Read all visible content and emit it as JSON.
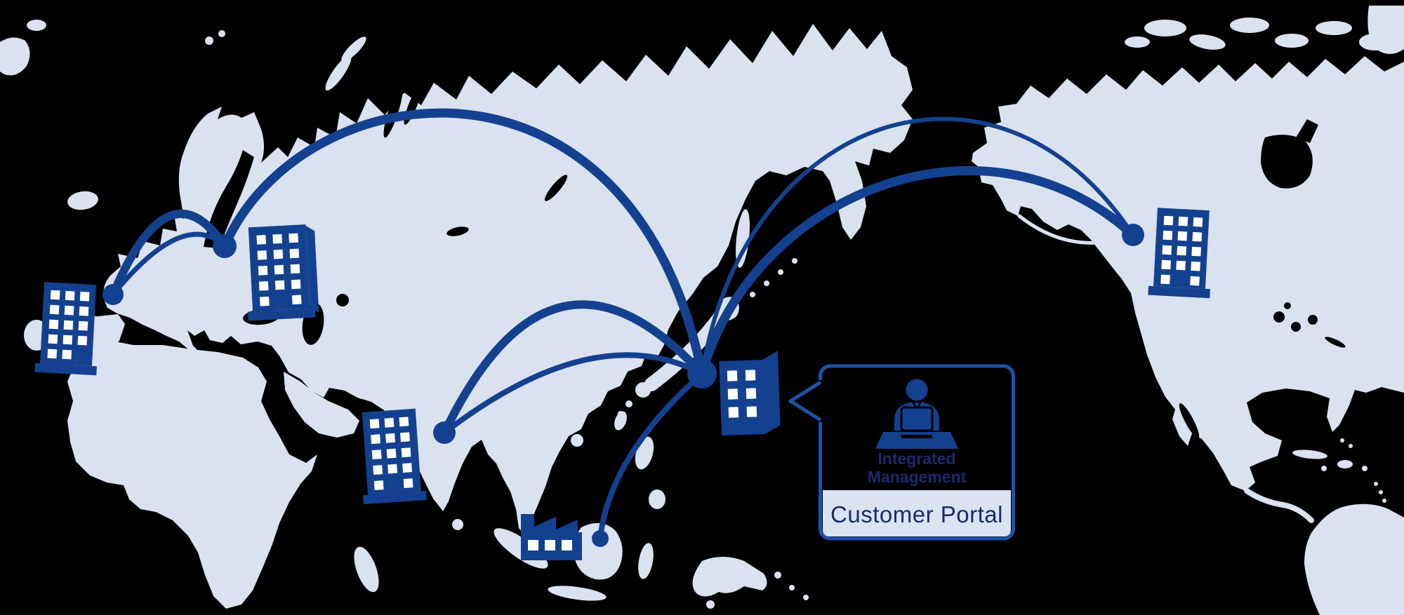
{
  "callout": {
    "management_label_line1": "Integrated",
    "management_label_line2": "Management",
    "portal_label": "Customer Portal"
  },
  "icons": {
    "person": "operator-at-laptop-icon",
    "office": "office-building-icon",
    "factory": "factory-icon"
  },
  "locations": [
    {
      "id": "japan-headquarters",
      "marker": "building",
      "role": "hub"
    },
    {
      "id": "europe-west-office",
      "marker": "building",
      "role": "branch"
    },
    {
      "id": "europe-central-office",
      "marker": "building",
      "role": "branch"
    },
    {
      "id": "india-office",
      "marker": "building",
      "role": "branch"
    },
    {
      "id": "southeast-asia-factory",
      "marker": "factory",
      "role": "branch"
    },
    {
      "id": "north-america-office",
      "marker": "building",
      "role": "branch"
    }
  ],
  "colors": {
    "background": "#000000",
    "land": "#dae2f0",
    "primary_blue": "#14418f",
    "callout_border_blue": "#1d52a8",
    "text_navy": "#1b2a6b",
    "band_light": "#dbe3f1",
    "window_white": "#ffffff"
  }
}
